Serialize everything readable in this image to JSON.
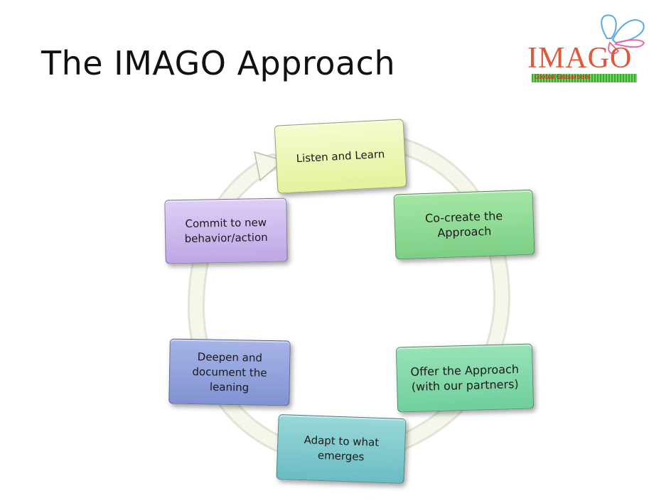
{
  "title": "The IMAGO Approach",
  "logo": {
    "word": "IMAGO",
    "tagline": "Global Grassroots",
    "colors": {
      "word": "#e2563a",
      "butterfly": "#5aa9e6",
      "grass": "#3aa83b"
    }
  },
  "cycle": {
    "steps": [
      "Listen and Learn",
      "Co-create the Approach",
      "Offer the Approach (with our partners)",
      "Adapt to what emerges",
      "Deepen and document the leaning",
      "Commit to new behavior/action"
    ],
    "arrow_color": "#f2f5e8"
  }
}
